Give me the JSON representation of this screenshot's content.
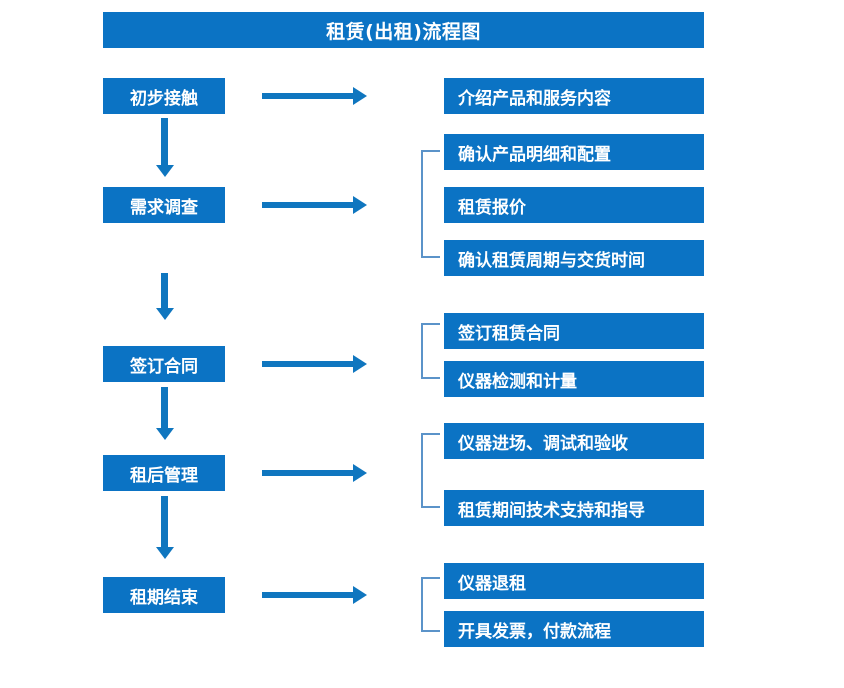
{
  "title": "租赁(出租)流程图",
  "stages": [
    {
      "label": "初步接触",
      "details": [
        "介绍产品和服务内容"
      ]
    },
    {
      "label": "需求调查",
      "details": [
        "确认产品明细和配置",
        "租赁报价",
        "确认租赁周期与交货时间"
      ]
    },
    {
      "label": "签订合同",
      "details": [
        "签订租赁合同",
        "仪器检测和计量"
      ]
    },
    {
      "label": "租后管理",
      "details": [
        "仪器进场、调试和验收",
        "租赁期间技术支持和指导"
      ]
    },
    {
      "label": "租期结束",
      "details": [
        "仪器退租",
        "开具发票，付款流程"
      ]
    }
  ],
  "colors": {
    "box_blue": "#0b73c4",
    "arrow_blue": "#0f76bf",
    "bracket_blue": "#5b93c9",
    "box_text": "#ffffff",
    "background": "#ffffff"
  }
}
